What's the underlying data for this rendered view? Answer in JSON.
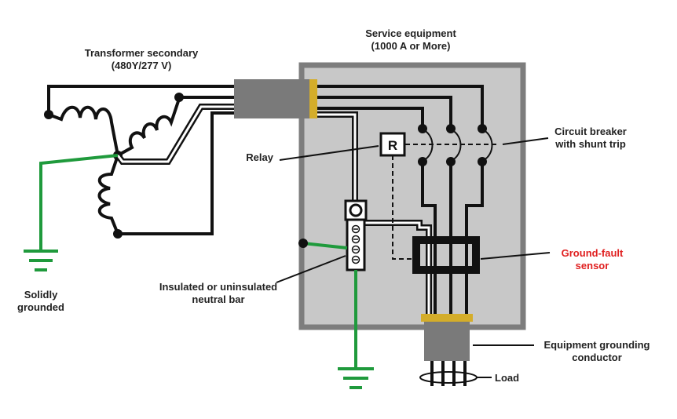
{
  "labels": {
    "transformer_line1": "Transformer secondary",
    "transformer_line2": "(480Y/277 V)",
    "service_line1": "Service equipment",
    "service_line2": "(1000 A or More)",
    "breaker_line1": "Circuit breaker",
    "breaker_line2": "with shunt trip",
    "relay": "Relay",
    "relay_letter": "R",
    "gfs_line1": "Ground-fault",
    "gfs_line2": "sensor",
    "neutral_line1": "Insulated or uninsulated",
    "neutral_line2": "neutral bar",
    "solidly_line1": "Solidly",
    "solidly_line2": "grounded",
    "egc_line1": "Equipment grounding",
    "egc_line2": "conductor",
    "load": "Load"
  },
  "colors": {
    "wire": "#111111",
    "ground": "#1f9a3c",
    "enclosure_fill": "#c8c8c8",
    "enclosure_border": "#7d7d7d",
    "conduit": "#7a7a7a",
    "bushing": "#d4ad2a",
    "highlight_text": "#e02020"
  }
}
